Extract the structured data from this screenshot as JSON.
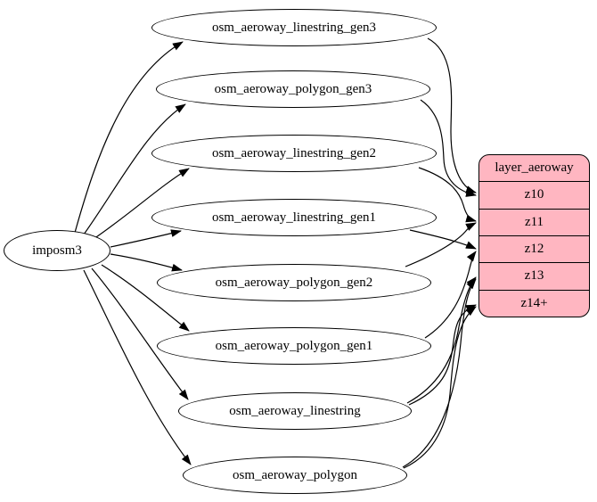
{
  "source": {
    "label": "imposm3"
  },
  "tables": [
    {
      "label": "osm_aeroway_linestring_gen3"
    },
    {
      "label": "osm_aeroway_polygon_gen3"
    },
    {
      "label": "osm_aeroway_linestring_gen2"
    },
    {
      "label": "osm_aeroway_linestring_gen1"
    },
    {
      "label": "osm_aeroway_polygon_gen2"
    },
    {
      "label": "osm_aeroway_polygon_gen1"
    },
    {
      "label": "osm_aeroway_linestring"
    },
    {
      "label": "osm_aeroway_polygon"
    }
  ],
  "layer": {
    "title": "layer_aeroway",
    "rows": [
      {
        "label": "z10"
      },
      {
        "label": "z11"
      },
      {
        "label": "z12"
      },
      {
        "label": "z13"
      },
      {
        "label": "z14+"
      }
    ]
  },
  "edges": [
    {
      "from": "imposm3",
      "to": "osm_aeroway_linestring_gen3"
    },
    {
      "from": "imposm3",
      "to": "osm_aeroway_polygon_gen3"
    },
    {
      "from": "imposm3",
      "to": "osm_aeroway_linestring_gen2"
    },
    {
      "from": "imposm3",
      "to": "osm_aeroway_linestring_gen1"
    },
    {
      "from": "imposm3",
      "to": "osm_aeroway_polygon_gen2"
    },
    {
      "from": "imposm3",
      "to": "osm_aeroway_polygon_gen1"
    },
    {
      "from": "imposm3",
      "to": "osm_aeroway_linestring"
    },
    {
      "from": "imposm3",
      "to": "osm_aeroway_polygon"
    },
    {
      "from": "osm_aeroway_linestring_gen3",
      "to": "z10"
    },
    {
      "from": "osm_aeroway_polygon_gen3",
      "to": "z10"
    },
    {
      "from": "osm_aeroway_linestring_gen2",
      "to": "z11"
    },
    {
      "from": "osm_aeroway_polygon_gen2",
      "to": "z11"
    },
    {
      "from": "osm_aeroway_linestring_gen1",
      "to": "z12"
    },
    {
      "from": "osm_aeroway_polygon_gen1",
      "to": "z12"
    },
    {
      "from": "osm_aeroway_linestring",
      "to": "z13"
    },
    {
      "from": "osm_aeroway_polygon",
      "to": "z13"
    },
    {
      "from": "osm_aeroway_linestring",
      "to": "z14+"
    },
    {
      "from": "osm_aeroway_polygon",
      "to": "z14+"
    }
  ],
  "colors": {
    "layer_fill": "#ffb6c1",
    "node_fill": "#ffffff",
    "stroke": "#000000",
    "background": "#ffffff"
  }
}
